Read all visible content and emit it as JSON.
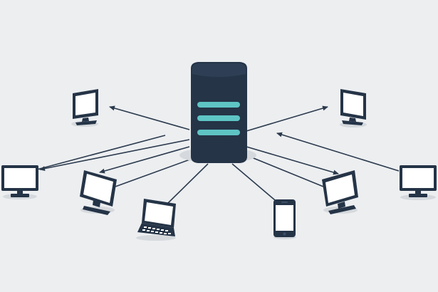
{
  "diagram": {
    "type": "client-server network",
    "background": "#eceef0",
    "colors": {
      "device_dark": "#253447",
      "device_screen": "#ffffff",
      "server_accent": "#5ec4c4",
      "connector": "#2b3a4d",
      "shadow": "#d5d9dd"
    },
    "server": {
      "icon": "server-tower-icon",
      "accent_bars": 3
    },
    "devices": [
      {
        "name": "monitor-top-left",
        "icon": "monitor-icon"
      },
      {
        "name": "monitor-left",
        "icon": "monitor-icon"
      },
      {
        "name": "monitor-mid-left",
        "icon": "monitor-icon"
      },
      {
        "name": "laptop-bottom-left",
        "icon": "laptop-icon"
      },
      {
        "name": "smartphone-bottom",
        "icon": "smartphone-icon"
      },
      {
        "name": "monitor-mid-right",
        "icon": "monitor-icon"
      },
      {
        "name": "monitor-right",
        "icon": "monitor-icon"
      },
      {
        "name": "monitor-top-right",
        "icon": "monitor-icon"
      }
    ],
    "connections": [
      {
        "name": "arrow-server-to-top-left",
        "direction": "to-device"
      },
      {
        "name": "arrow-left-to-server",
        "direction": "to-server"
      },
      {
        "name": "arrow-server-to-left",
        "direction": "to-device"
      },
      {
        "name": "arrow-server-to-mid-left",
        "direction": "to-device"
      },
      {
        "name": "line-server-mid-left",
        "direction": "none"
      },
      {
        "name": "line-server-laptop",
        "direction": "none"
      },
      {
        "name": "line-server-phone",
        "direction": "none"
      },
      {
        "name": "line-server-mid-right",
        "direction": "none"
      },
      {
        "name": "arrow-server-to-mid-right",
        "direction": "to-device"
      },
      {
        "name": "arrow-right-to-server",
        "direction": "to-server"
      },
      {
        "name": "arrow-server-to-top-right",
        "direction": "to-device"
      }
    ]
  }
}
